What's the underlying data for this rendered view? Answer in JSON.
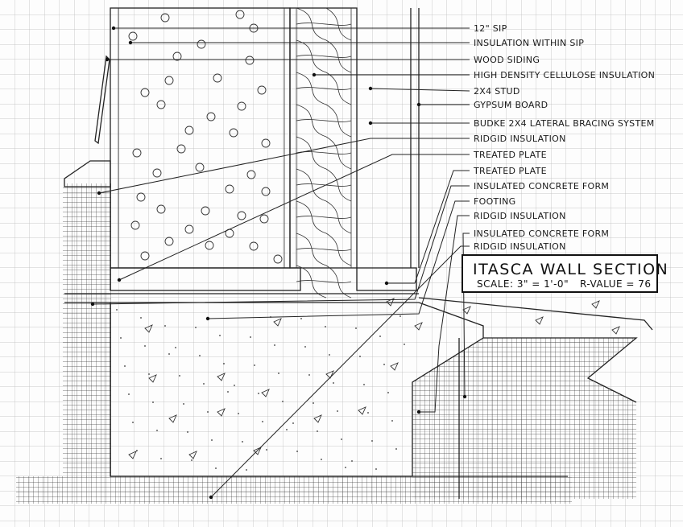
{
  "title_block": {
    "title": "ITASCA WALL SECTION",
    "scale": "SCALE: 3\" = 1'-0\"",
    "r_value": "R-VALUE = 76"
  },
  "labels": [
    "12\" SIP",
    "INSULATION WITHIN SIP",
    "WOOD SIDING",
    "HIGH DENSITY CELLULOSE INSULATION",
    "2X4 STUD",
    "GYPSUM BOARD",
    "BUDKE 2X4 LATERAL BRACING SYSTEM",
    "RIDGID INSULATION",
    "TREATED PLATE",
    "TREATED PLATE",
    "INSULATED CONCRETE FORM",
    "FOOTING",
    "RIDGID INSULATION",
    "INSULATED CONCRETE FORM",
    "RIDGID INSULATION"
  ]
}
